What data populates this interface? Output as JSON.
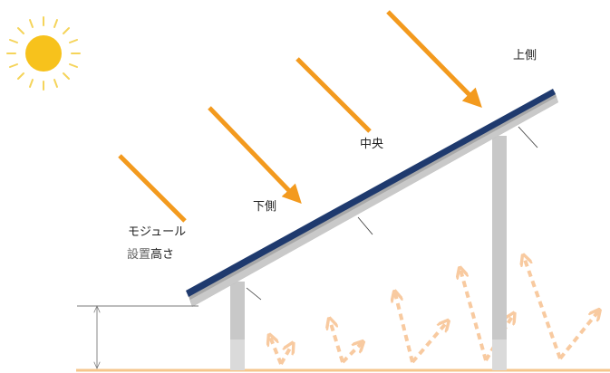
{
  "labels": {
    "upper": "上側",
    "center": "中央",
    "lower": "下側",
    "module_line1": "モジュール",
    "module_line2_a": "設置",
    "module_line2_b": "高さ"
  },
  "colors": {
    "arrow_orange": "#f39a1e",
    "sun_yellow": "#f7c21c",
    "sun_ray": "#f5d45a",
    "panel_blue": "#1f3a6e",
    "frame_gray": "#a6a6a6",
    "post_gray": "#c8c8c8",
    "ground": "#f6c68c",
    "reflection": "#f8caa0",
    "dimension_line": "#7a7a7a"
  },
  "icons": {
    "sun": "sun-icon"
  }
}
